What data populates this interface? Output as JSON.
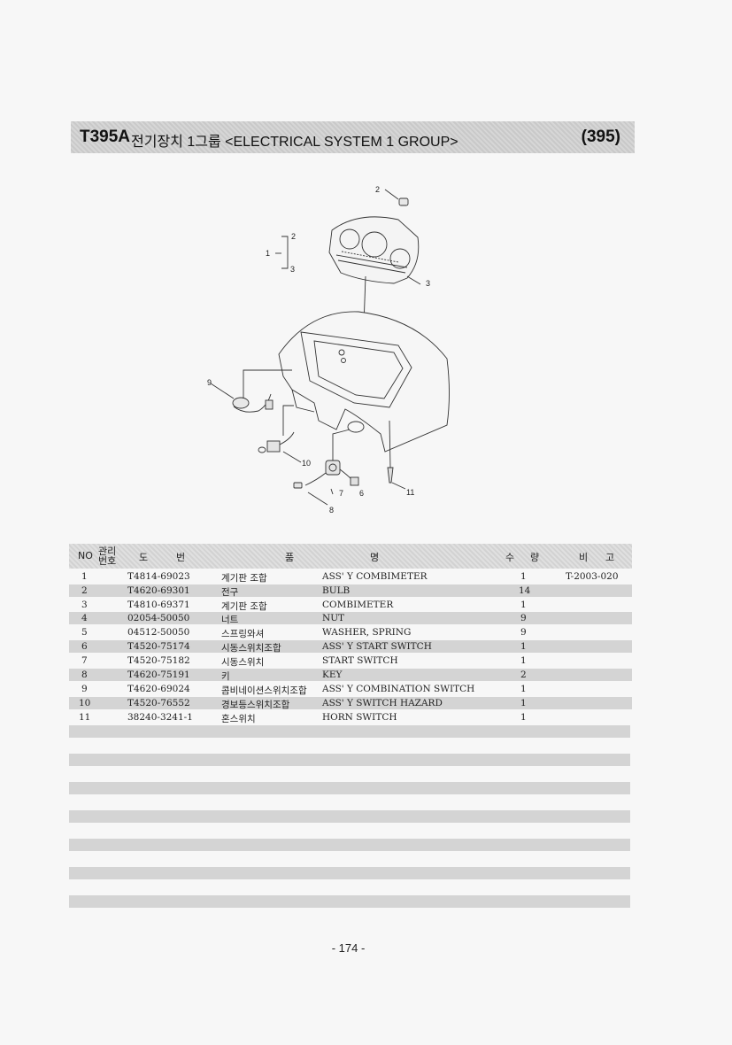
{
  "header": {
    "code": "T395A",
    "name": "전기장치 1그룹 <ELECTRICAL SYSTEM 1 GROUP>",
    "page_ref": "(395)"
  },
  "diagram": {
    "callouts": [
      "2",
      "2",
      "1",
      "3",
      "3",
      "9",
      "10",
      "7",
      "6",
      "11",
      "8"
    ]
  },
  "table": {
    "headers": {
      "no": "NO",
      "mgmt_top": "관리",
      "mgmt_bottom": "번호",
      "drawing_1": "도",
      "drawing_2": "번",
      "item_1": "품",
      "item_2": "명",
      "qty_1": "수",
      "qty_2": "량",
      "remark_1": "비",
      "remark_2": "고"
    },
    "rows": [
      {
        "no": "1",
        "part": "T4814-69023",
        "kor": "계기판 조합",
        "eng": "ASS' Y COMBIMETER",
        "qty": "1",
        "remark": "T-2003-020"
      },
      {
        "no": "2",
        "part": "T4620-69301",
        "kor": "전구",
        "eng": "BULB",
        "qty": "14",
        "remark": ""
      },
      {
        "no": "3",
        "part": "T4810-69371",
        "kor": "계기판 조합",
        "eng": "COMBIMETER",
        "qty": "1",
        "remark": ""
      },
      {
        "no": "4",
        "part": "02054-50050",
        "kor": "너트",
        "eng": "NUT",
        "qty": "9",
        "remark": ""
      },
      {
        "no": "5",
        "part": "04512-50050",
        "kor": "스프링와셔",
        "eng": "WASHER, SPRING",
        "qty": "9",
        "remark": ""
      },
      {
        "no": "6",
        "part": "T4520-75174",
        "kor": "시동스위치조합",
        "eng": "ASS' Y START SWITCH",
        "qty": "1",
        "remark": ""
      },
      {
        "no": "7",
        "part": "T4520-75182",
        "kor": "시동스위치",
        "eng": "START SWITCH",
        "qty": "1",
        "remark": ""
      },
      {
        "no": "8",
        "part": "T4620-75191",
        "kor": "키",
        "eng": "KEY",
        "qty": "2",
        "remark": ""
      },
      {
        "no": "9",
        "part": "T4620-69024",
        "kor": "콤비네이션스위치조합",
        "eng": "ASS' Y COMBINATION SWITCH",
        "qty": "1",
        "remark": ""
      },
      {
        "no": "10",
        "part": "T4520-76552",
        "kor": "경보등스위치조합",
        "eng": "ASS' Y SWITCH HAZARD",
        "qty": "1",
        "remark": ""
      },
      {
        "no": "11",
        "part": "38240-3241-1",
        "kor": "혼스위치",
        "eng": "HORN SWITCH",
        "qty": "1",
        "remark": ""
      }
    ]
  },
  "footer": {
    "page_number": "- 174 -"
  }
}
